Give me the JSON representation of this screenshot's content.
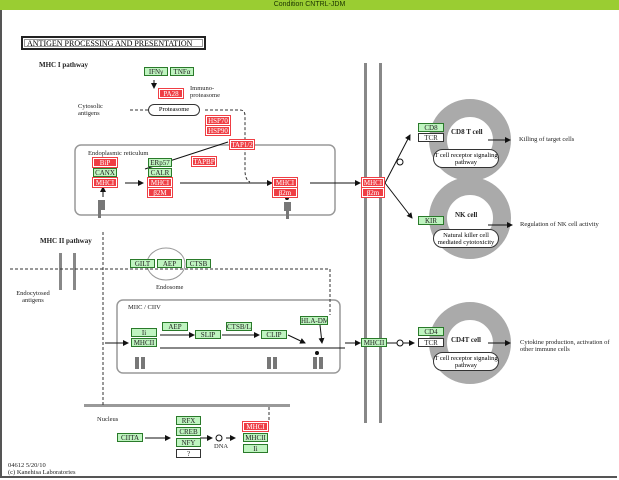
{
  "header": {
    "title": "Condition CNTRL-JDM"
  },
  "diagram": {
    "title": "ANTIGEN PROCESSING AND PRESENTATION",
    "colors": {
      "up": "#ef3e44",
      "unchanged": "#bff4c0",
      "header": "#9acd32",
      "membrane": "#888888"
    },
    "sections": {
      "mhc1": "MHC I pathway",
      "mhc2": "MHC II pathway",
      "er": "Endoplasmic reticulum",
      "miic": "MIIC / CIIV",
      "nucleus": "Nucleus",
      "endosome": "Endosome",
      "dna": "DNA"
    },
    "labels": {
      "cytosolic": "Cytosolic antigens",
      "endocytosed": "Endocytosed antigens",
      "immunoproteasome": "Immuno-proteasome",
      "proteasome": "Proteasome",
      "cd8_cell": "CD8 T cell",
      "nk_cell": "NK cell",
      "cd4_cell": "CD4T cell",
      "tcr_pathway": "T cell receptor signaling pathway",
      "nk_pathway": "Natural killer cell mediated cytotoxicity",
      "out_killing": "Killing of target cells",
      "out_nk": "Regulation of NK cell activity",
      "out_cd4": "Cytokine production, activation of other immune cells",
      "footer_id": "04612 5/20/10",
      "footer_copy": "(c) Kanehisa Laboratories"
    },
    "genes": {
      "ifng": "IFNγ",
      "tnfa": "TNFα",
      "pa28": "PA28",
      "hsp70": "HSP70",
      "hsp90": "HSP90",
      "tap12": "TAP1/2",
      "tapbp": "TAPBP",
      "bip": "BiP",
      "canx": "CANX",
      "mhci_a": "MHCI",
      "erp57": "ERp57",
      "calr": "CALR",
      "mhci_b": "MHCI",
      "b2m_b": "β2M",
      "mhci_c": "MHCI",
      "b2m_c": "β2m",
      "mhci_d": "MHCI",
      "b2m_d": "β2m",
      "cd8": "CD8",
      "tcr1": "TCR",
      "kir": "KIR",
      "gilt": "GILT",
      "aep1": "AEP",
      "ctsb": "CTSB",
      "ii": "Ii",
      "mhcii_a": "MHCII",
      "aep2": "AEP",
      "slip": "SLIP",
      "ctsbls": "CTSB/L/S",
      "clip": "CLIP",
      "hladm": "HLA-DM",
      "mhcii_b": "MHCII",
      "cd4": "CD4",
      "tcr2": "TCR",
      "ciita": "CIITA",
      "rfx": "RFX",
      "creb": "CREB",
      "nfy": "NFY",
      "unk": "?",
      "mhci_e": "MHCI",
      "mhcii_c": "MHCII",
      "ii2": "Ii"
    }
  }
}
